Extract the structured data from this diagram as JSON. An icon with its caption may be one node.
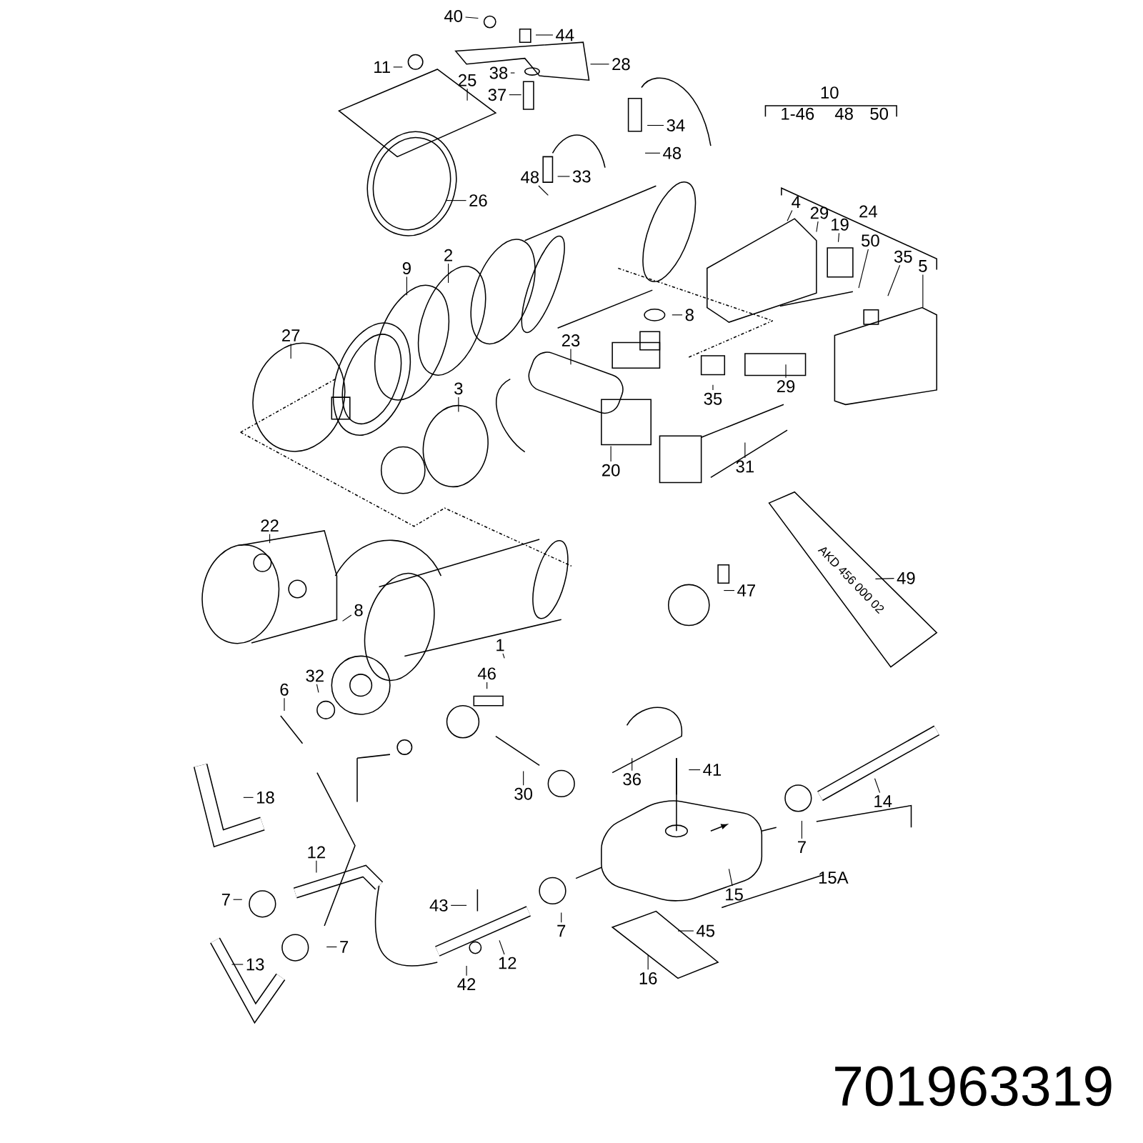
{
  "diagram": {
    "nodes": [
      {
        "text": [
          "40"
        ]
      },
      {
        "text": [
          "44"
        ]
      },
      {
        "text": [
          "11"
        ]
      },
      {
        "text": [
          "28"
        ]
      },
      {
        "text": [
          "38"
        ]
      },
      {
        "text": [
          "25"
        ]
      },
      {
        "text": [
          "37"
        ]
      },
      {
        "text": [
          "34"
        ]
      },
      {
        "text": [
          "48"
        ]
      },
      {
        "text": [
          "48"
        ]
      },
      {
        "text": [
          "33"
        ]
      },
      {
        "text": [
          "26"
        ]
      },
      {
        "text": [
          "4"
        ]
      },
      {
        "text": [
          "29"
        ]
      },
      {
        "text": [
          "19"
        ]
      },
      {
        "text": [
          "50"
        ]
      },
      {
        "text": [
          "35"
        ]
      },
      {
        "text": [
          "5"
        ]
      },
      {
        "text": [
          "2"
        ]
      },
      {
        "text": [
          "9"
        ]
      },
      {
        "text": [
          "8"
        ]
      },
      {
        "text": [
          "27"
        ]
      },
      {
        "text": [
          "23"
        ]
      },
      {
        "text": [
          "35"
        ]
      },
      {
        "text": [
          "29"
        ]
      },
      {
        "text": [
          "3"
        ]
      },
      {
        "text": [
          "20"
        ]
      },
      {
        "text": [
          "31"
        ]
      },
      {
        "text": [
          "22"
        ]
      },
      {
        "text": [
          "49"
        ]
      },
      {
        "text": [
          "47"
        ]
      },
      {
        "text": [
          "8"
        ]
      },
      {
        "text": [
          "1"
        ]
      },
      {
        "text": [
          "46"
        ]
      },
      {
        "text": [
          "32"
        ]
      },
      {
        "text": [
          "6"
        ]
      },
      {
        "text": [
          "18"
        ]
      },
      {
        "text": [
          "41"
        ]
      },
      {
        "text": [
          "36"
        ]
      },
      {
        "text": [
          "30"
        ]
      },
      {
        "text": [
          "14"
        ]
      },
      {
        "text": [
          "7"
        ]
      },
      {
        "text": [
          "12"
        ]
      },
      {
        "text": [
          "15"
        ]
      },
      {
        "text": [
          "7"
        ]
      },
      {
        "text": [
          "43"
        ]
      },
      {
        "text": [
          "7"
        ]
      },
      {
        "text": [
          "45"
        ]
      },
      {
        "text": [
          "7"
        ]
      },
      {
        "text": [
          "12"
        ]
      },
      {
        "text": [
          "13"
        ]
      },
      {
        "text": [
          "16"
        ]
      },
      {
        "text": [
          "42"
        ]
      },
      {
        "text": [
          "AKD 456 000 02"
        ]
      }
    ],
    "edges": [
      {
        "from": 0,
        "to": null,
        "arrow": "none"
      },
      {
        "from": 1,
        "to": null,
        "arrow": "none"
      },
      {
        "from": 2,
        "to": null,
        "arrow": "none"
      },
      {
        "from": 3,
        "to": null,
        "arrow": "none"
      },
      {
        "from": 4,
        "to": null,
        "arrow": "none"
      },
      {
        "from": 5,
        "to": null,
        "arrow": "none"
      },
      {
        "from": 6,
        "to": null,
        "arrow": "none"
      },
      {
        "from": 7,
        "to": null,
        "arrow": "none"
      },
      {
        "from": 8,
        "to": null,
        "arrow": "none"
      },
      {
        "from": 9,
        "to": null,
        "arrow": "none"
      },
      {
        "from": 10,
        "to": null,
        "arrow": "none"
      },
      {
        "from": 11,
        "to": null,
        "arrow": "none"
      },
      {
        "from": 12,
        "to": null,
        "arrow": "none"
      },
      {
        "from": 13,
        "to": null,
        "arrow": "none"
      },
      {
        "from": 14,
        "to": null,
        "arrow": "none"
      },
      {
        "from": 15,
        "to": null,
        "arrow": "none"
      },
      {
        "from": 16,
        "to": null,
        "arrow": "none"
      },
      {
        "from": 17,
        "to": null,
        "arrow": "none"
      },
      {
        "from": 18,
        "to": null,
        "arrow": "none"
      },
      {
        "from": 19,
        "to": null,
        "arrow": "none"
      },
      {
        "from": 20,
        "to": null,
        "arrow": "none"
      },
      {
        "from": 21,
        "to": null,
        "arrow": "none"
      },
      {
        "from": 22,
        "to": null,
        "arrow": "none"
      },
      {
        "from": 23,
        "to": null,
        "arrow": "none"
      },
      {
        "from": 24,
        "to": null,
        "arrow": "none"
      },
      {
        "from": 25,
        "to": null,
        "arrow": "none"
      },
      {
        "from": 26,
        "to": null,
        "arrow": "none"
      },
      {
        "from": 27,
        "to": null,
        "arrow": "none"
      },
      {
        "from": 28,
        "to": null,
        "arrow": "none"
      },
      {
        "from": 29,
        "to": 53,
        "arrow": "none"
      },
      {
        "from": 30,
        "to": null,
        "arrow": "none"
      },
      {
        "from": 31,
        "to": null,
        "arrow": "none"
      },
      {
        "from": 32,
        "to": null,
        "arrow": "none"
      },
      {
        "from": 33,
        "to": null,
        "arrow": "none"
      },
      {
        "from": 34,
        "to": null,
        "arrow": "none"
      },
      {
        "from": 35,
        "to": null,
        "arrow": "none"
      },
      {
        "from": 36,
        "to": null,
        "arrow": "none"
      },
      {
        "from": 37,
        "to": null,
        "arrow": "none"
      },
      {
        "from": 38,
        "to": null,
        "arrow": "none"
      },
      {
        "from": 39,
        "to": null,
        "arrow": "none"
      },
      {
        "from": 40,
        "to": null,
        "arrow": "none"
      },
      {
        "from": 41,
        "to": null,
        "arrow": "none"
      },
      {
        "from": 42,
        "to": null,
        "arrow": "none"
      },
      {
        "from": 43,
        "to": null,
        "arrow": "none"
      },
      {
        "from": 44,
        "to": null,
        "arrow": "none"
      },
      {
        "from": 45,
        "to": null,
        "arrow": "none"
      },
      {
        "from": 46,
        "to": null,
        "arrow": "none"
      },
      {
        "from": 47,
        "to": null,
        "arrow": "none"
      },
      {
        "from": 48,
        "to": null,
        "arrow": "none"
      },
      {
        "from": 49,
        "to": null,
        "arrow": "none"
      },
      {
        "from": 50,
        "to": null,
        "arrow": "none"
      },
      {
        "from": 51,
        "to": null,
        "arrow": "none"
      },
      {
        "from": 52,
        "to": null,
        "arrow": "none"
      }
    ],
    "labels": [
      "10",
      "1-46",
      "48",
      "50",
      "24",
      "15A",
      "701963319"
    ]
  }
}
